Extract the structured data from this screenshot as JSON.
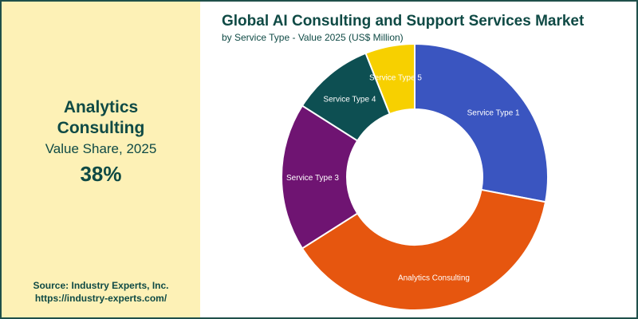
{
  "highlight": {
    "name_line1": "Analytics",
    "name_line2": "Consulting",
    "metric": "Value Share, 2025",
    "value": "38%"
  },
  "source": {
    "line1": "Source: Industry Experts, Inc.",
    "line2": "https://industry-experts.com/"
  },
  "chart_data": {
    "type": "pie",
    "donut": true,
    "title": "Global AI Consulting and Support Services Market",
    "subtitle": "by Service Type - Value 2025 (US$ Million)",
    "categories": [
      "Service Type 1",
      "Analytics Consulting",
      "Service Type 3",
      "Service Type 4",
      "Service Type 5"
    ],
    "values": [
      28,
      38,
      18,
      10,
      6
    ],
    "colors": [
      "#3a55c0",
      "#e6560f",
      "#6f1472",
      "#0d4f52",
      "#f7d000"
    ]
  }
}
